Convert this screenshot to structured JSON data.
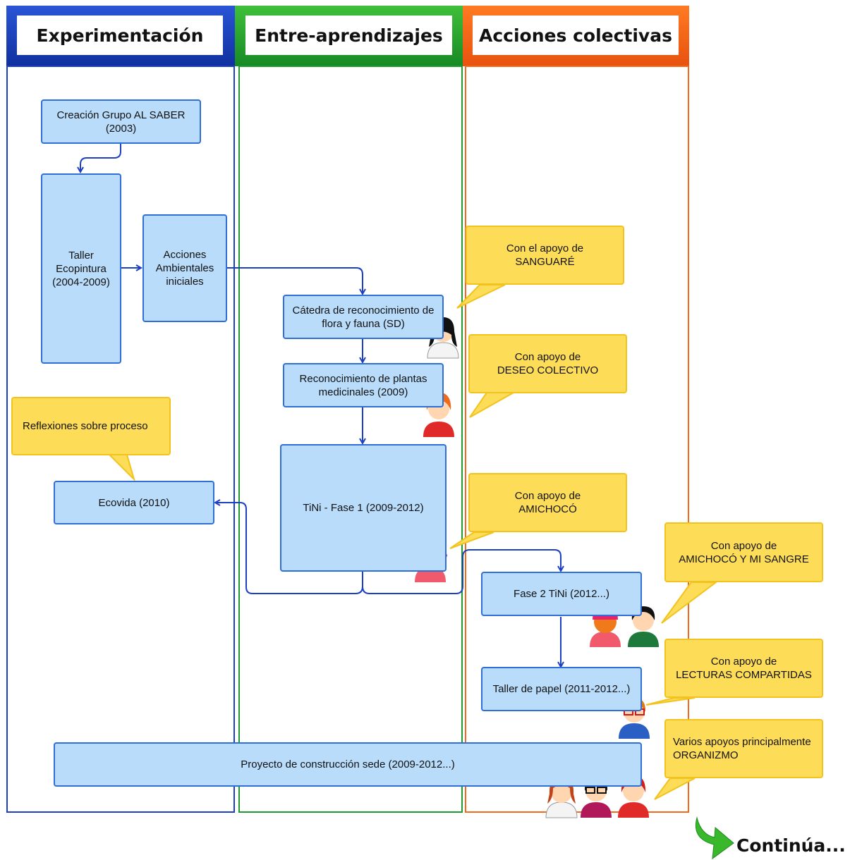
{
  "lanes": {
    "experimentacion": "Experimentación",
    "entre": "Entre-aprendizajes",
    "acciones": "Acciones colectivas"
  },
  "colors": {
    "blue": "#1c3fc4",
    "green": "#1e9a2e",
    "orange": "#f26a1b",
    "box_fill": "#b9dcfa",
    "note_fill": "#fddc58"
  },
  "boxes": {
    "creacion": "Creación Grupo AL SABER\n(2003)",
    "taller_eco": "Taller\nEcopintura\n(2004-2009)",
    "acciones_amb": "Acciones\nAmbientales\niniciales",
    "catedra": "Cátedra de reconocimiento de\nflora y fauna (SD)",
    "plantas": "Reconocimiento de plantas\nmedicinales (2009)",
    "tini1": "TiNi - Fase 1 (2009-2012)",
    "ecovida": "Ecovida (2010)",
    "fase2": "Fase 2 TiNi (2012...)",
    "papel": "Taller de papel (2011-2012...)",
    "sede": "Proyecto de construcción sede (2009-2012...)"
  },
  "notes": {
    "reflexiones": "Reflexiones sobre proceso",
    "sanguare": "Con el apoyo de\nSANGUARÉ",
    "deseo": "Con apoyo de\nDESEO COLECTIVO",
    "amichoco": "Con apoyo de\nAMICHOCÓ",
    "amichoco_sangre": "Con apoyo de\nAMICHOCÓ Y MI SANGRE",
    "lecturas": "Con apoyo de\nLECTURAS COMPARTIDAS",
    "organizmo": "Varios apoyos principalmente\nORGANIZMO"
  },
  "continua": "Continúa..."
}
